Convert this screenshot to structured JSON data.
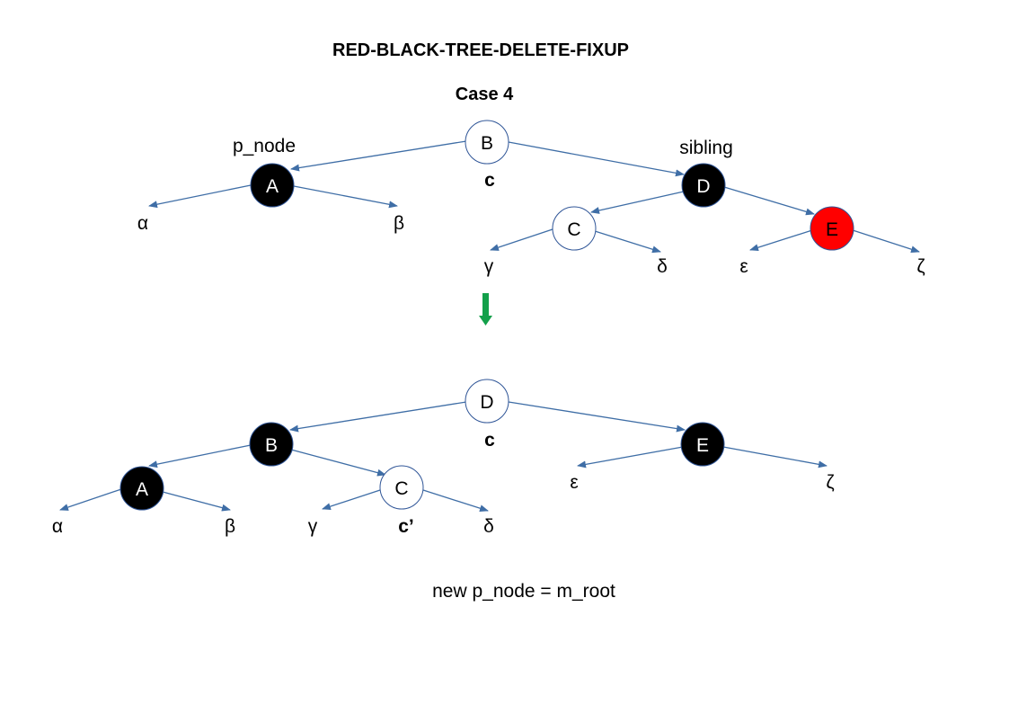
{
  "title": "RED-BLACK-TREE-DELETE-FIXUP",
  "subtitle": "Case 4",
  "colors": {
    "black_node": "#000000",
    "red_node": "#ff0000",
    "white_node": "#ffffff",
    "node_stroke": "#2f5597",
    "edge": "#3f6ea6",
    "transition_arrow": "#13a04a"
  },
  "before": {
    "label_p_node": "p_node",
    "label_sibling": "sibling",
    "label_c": "c",
    "nodes": {
      "B": {
        "text": "B",
        "color": "white"
      },
      "A": {
        "text": "A",
        "color": "black"
      },
      "D": {
        "text": "D",
        "color": "black"
      },
      "C": {
        "text": "C",
        "color": "white"
      },
      "E": {
        "text": "E",
        "color": "red"
      }
    },
    "leaves": {
      "alpha": "α",
      "beta": "β",
      "gamma": "γ",
      "delta": "δ",
      "epsilon": "ε",
      "zeta": "ζ"
    }
  },
  "after": {
    "label_c": "c",
    "label_c_prime": "c’",
    "nodes": {
      "D": {
        "text": "D",
        "color": "white"
      },
      "B": {
        "text": "B",
        "color": "black"
      },
      "E": {
        "text": "E",
        "color": "black"
      },
      "A": {
        "text": "A",
        "color": "black"
      },
      "C": {
        "text": "C",
        "color": "white"
      }
    },
    "leaves": {
      "alpha": "α",
      "beta": "β",
      "gamma": "γ",
      "delta": "δ",
      "epsilon": "ε",
      "zeta": "ζ"
    }
  },
  "note": "new p_node = m_root"
}
